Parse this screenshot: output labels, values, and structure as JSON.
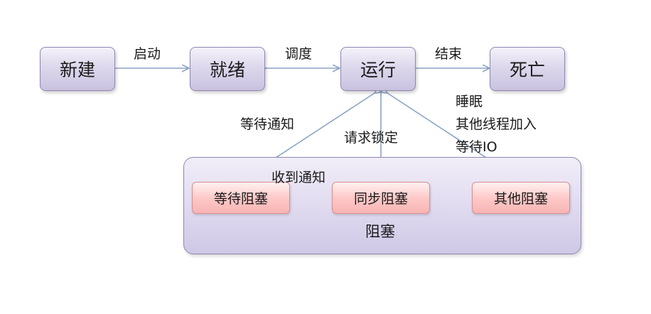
{
  "diagram": {
    "states": {
      "new": "新建",
      "ready": "就绪",
      "running": "运行",
      "dead": "死亡"
    },
    "blocked_group": {
      "label": "阻塞",
      "items": {
        "waiting": "等待阻塞",
        "sync": "同步阻塞",
        "other": "其他阻塞"
      }
    },
    "edges": {
      "start": "启动",
      "schedule": "调度",
      "finish": "结束",
      "wait_notify": "等待通知",
      "request_lock": "请求锁定",
      "receive_notify": "收到通知",
      "sleep": "睡眠",
      "join": "其他线程加入",
      "wait_io": "等待IO"
    },
    "colors": {
      "state_border": "#8e86b0",
      "blocked_border": "#d98f8f",
      "arrow": "#8ba4c4"
    }
  }
}
